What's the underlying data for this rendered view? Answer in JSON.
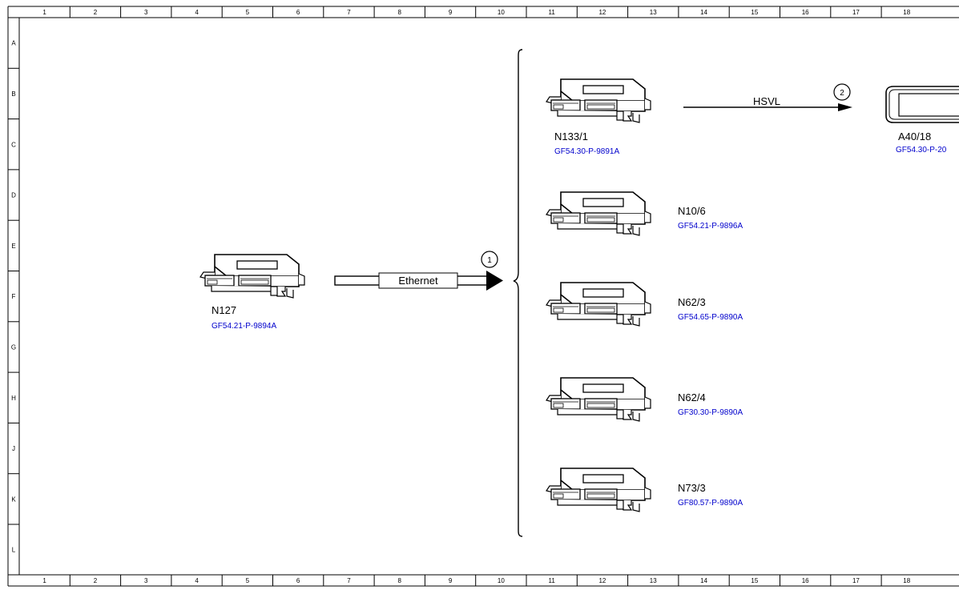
{
  "grid": {
    "columns": [
      "1",
      "2",
      "3",
      "4",
      "5",
      "6",
      "7",
      "8",
      "9",
      "10",
      "11",
      "12",
      "13",
      "14",
      "15",
      "16",
      "17",
      "18"
    ],
    "rows": [
      "A",
      "B",
      "C",
      "D",
      "E",
      "F",
      "G",
      "H",
      "J",
      "K",
      "L"
    ]
  },
  "source": {
    "name": "N127",
    "ref": "GF54.21-P-9894A"
  },
  "ethernet": {
    "label": "Ethernet",
    "marker": "1"
  },
  "hsvl": {
    "label": "HSVL",
    "marker": "2"
  },
  "targets": [
    {
      "name": "N133/1",
      "ref": "GF54.30-P-9891A"
    },
    {
      "name": "N10/6",
      "ref": "GF54.21-P-9896A"
    },
    {
      "name": "N62/3",
      "ref": "GF54.65-P-9890A"
    },
    {
      "name": "N62/4",
      "ref": "GF30.30-P-9890A"
    },
    {
      "name": "N73/3",
      "ref": "GF80.57-P-9890A"
    }
  ],
  "display": {
    "name": "A40/18",
    "ref": "GF54.30-P-20"
  },
  "colors": {
    "link": "#0000cc",
    "line": "#000000",
    "background": "#ffffff"
  },
  "icons": {
    "control_unit": "control-unit-icon",
    "display": "display-unit-icon"
  }
}
